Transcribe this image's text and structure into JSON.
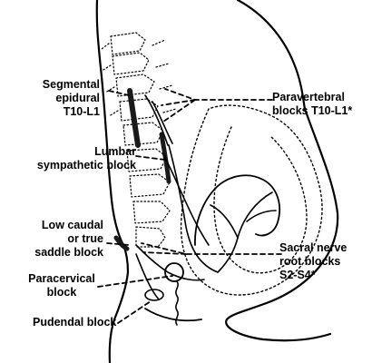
{
  "figure": {
    "labels": {
      "segmental_epidural": [
        "Segmental",
        "epidural",
        "T10-L1"
      ],
      "paravertebral": [
        "Paravertebral",
        "blocks T10-L1*"
      ],
      "lumbar_sympathetic": [
        "Lumbar",
        "sympathetic block"
      ],
      "low_caudal": [
        "Low caudal",
        "or true",
        "saddle block"
      ],
      "sacral_nerve_root": [
        "Sacral nerve",
        "root blocks",
        "S2-S4*"
      ],
      "paracervical": [
        "Paracervical",
        "block"
      ],
      "pudendal": [
        "Pudendal block"
      ]
    },
    "colors": {
      "ink": "#000000",
      "paper": "#ffffff",
      "spine_shade": "#1a1a1a"
    }
  }
}
